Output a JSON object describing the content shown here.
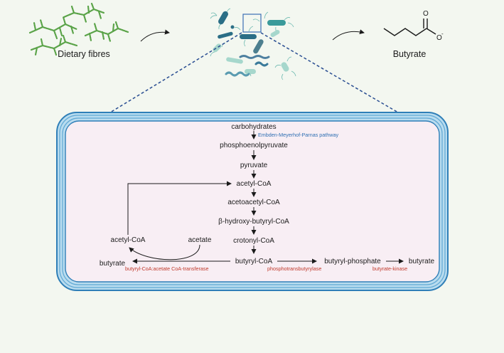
{
  "top": {
    "fibres_label": "Dietary fibres",
    "butyrate_label": "Butyrate",
    "charge_sign": "-"
  },
  "pathway": {
    "metabolites": {
      "carbohydrates": "carbohydrates",
      "pep": "phosphoenolpyruvate",
      "pyruvate": "pyruvate",
      "acetyl_coa": "acetyl-CoA",
      "acetoacetyl_coa": "acetoacetyl-CoA",
      "hydroxybutyryl_coa": "β-hydroxy-butyryl-CoA",
      "crotonyl_coa": "crotonyl-CoA",
      "butyryl_coa": "butyryl-CoA",
      "acetyl_coa_left": "acetyl-CoA",
      "acetate": "acetate",
      "butyrate_left": "butyrate",
      "butyryl_phosphate": "butyryl-phosphate",
      "butyrate_right": "butyrate"
    },
    "enzymes": {
      "emp": "Embden-Meyerhof-Parnas pathway",
      "transferase": "butyryl-CoA:acetate CoA-transferase",
      "ptb": "phosphotransbutyrylase",
      "buk": "butyrate-kinase"
    }
  },
  "colors": {
    "background": "#f3f7f0",
    "cell_fill": "#f8eef4",
    "membrane_blue": "#3a8bc4",
    "enzyme_red": "#c0392b",
    "emp_blue": "#2f6fb3",
    "fibre_green": "#5aa348"
  }
}
